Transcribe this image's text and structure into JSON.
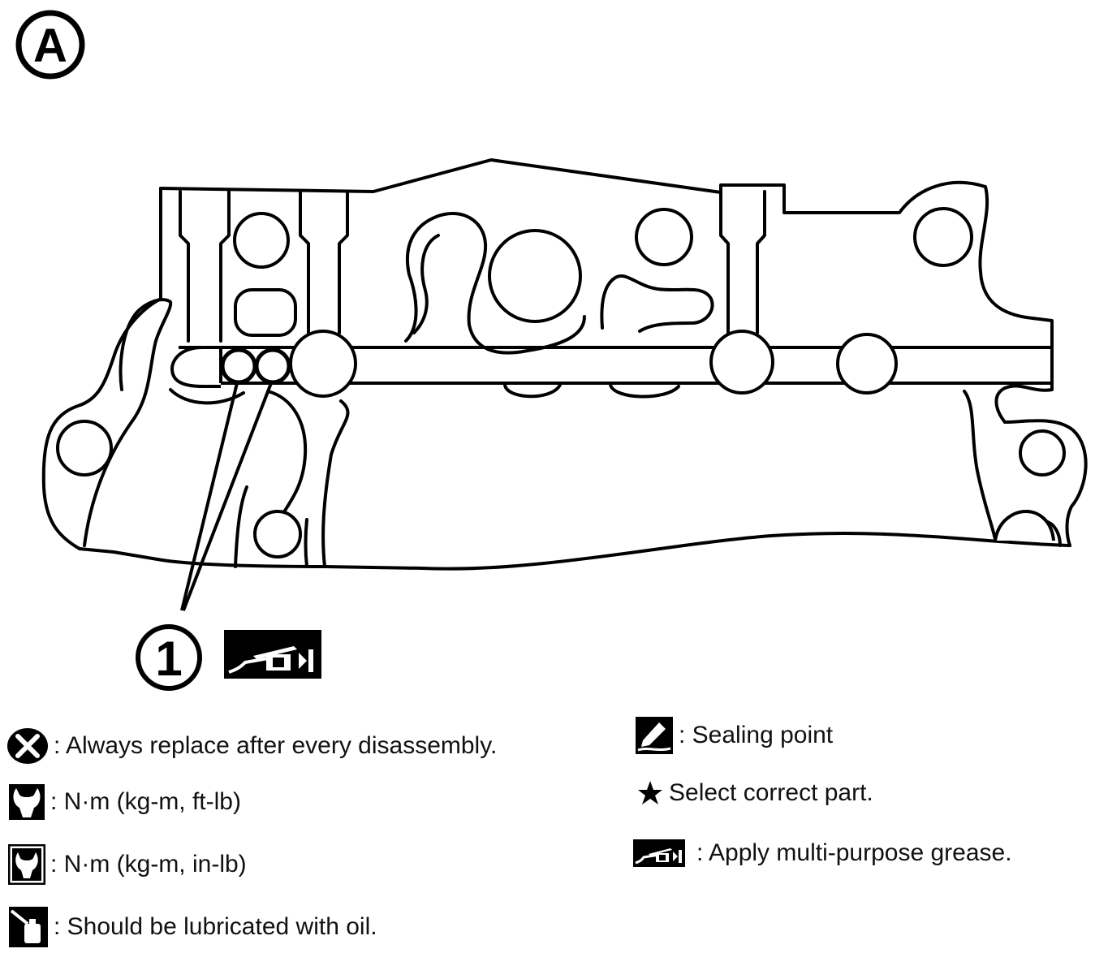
{
  "view_label": "A",
  "callouts": [
    {
      "number": "1",
      "note_icon": "grease-icon"
    }
  ],
  "legend": [
    {
      "icon": "replace-icon",
      "text": ": Always replace after every disassembly."
    },
    {
      "icon": "torque-ft-lb-icon",
      "text": ": N·m (kg-m, ft-lb)"
    },
    {
      "icon": "torque-in-lb-icon",
      "text": ": N·m (kg-m, in-lb)"
    },
    {
      "icon": "oil-can-icon",
      "text": ": Should be lubricated with oil."
    },
    {
      "icon": "sealing-icon",
      "text": ": Sealing point"
    },
    {
      "icon": "star-icon",
      "text": "Select correct part."
    },
    {
      "icon": "grease-icon",
      "text": ": Apply multi-purpose grease."
    }
  ],
  "colors": {
    "line": "#000000",
    "background": "#ffffff"
  }
}
